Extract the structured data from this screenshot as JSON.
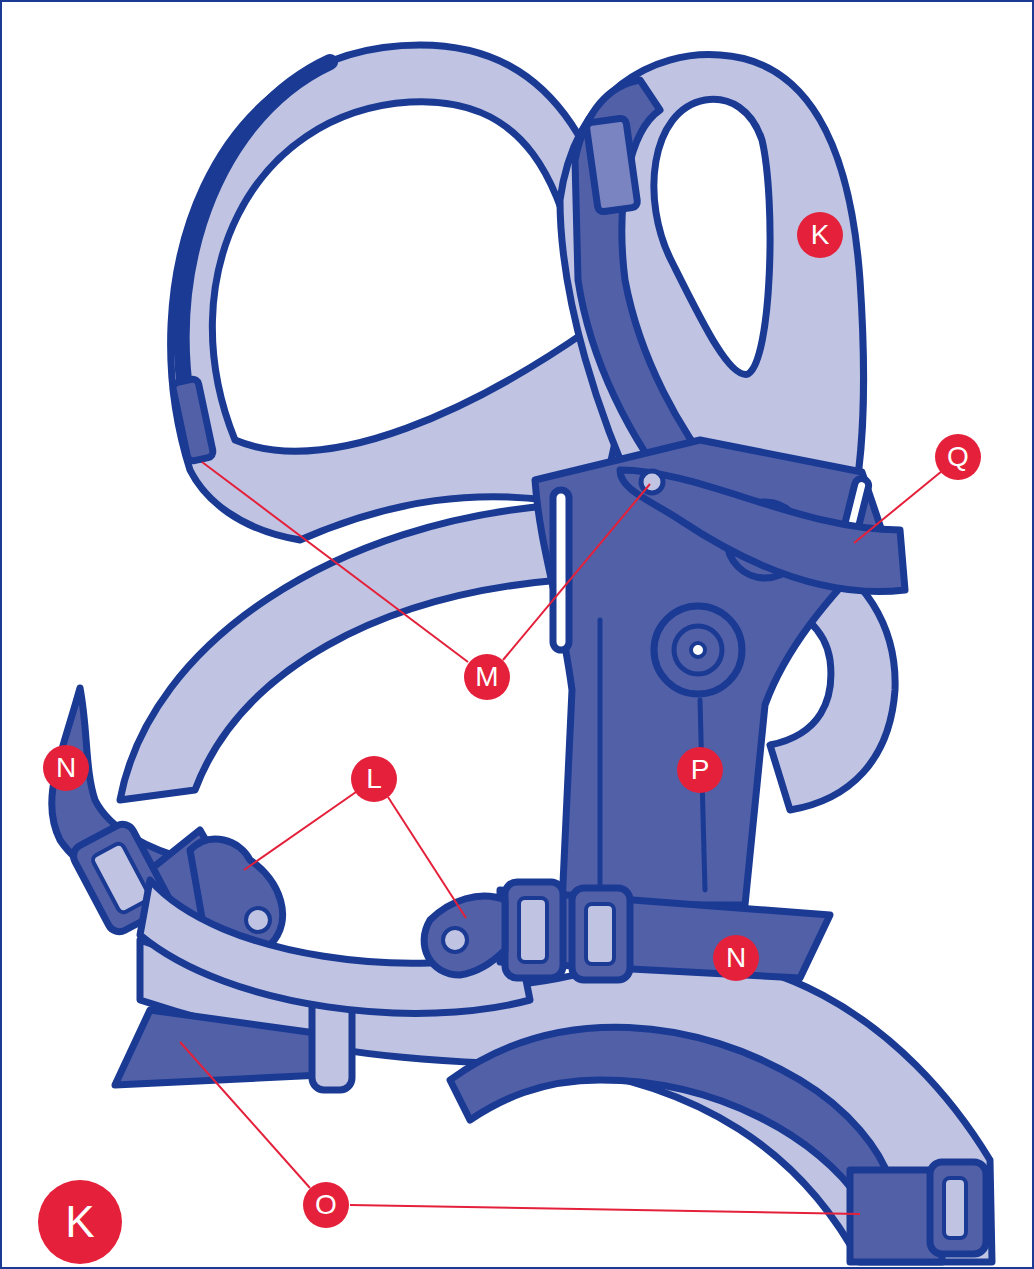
{
  "diagram": {
    "labels": [
      "K",
      "Q",
      "M",
      "N",
      "L",
      "P",
      "N",
      "O",
      "K"
    ]
  }
}
